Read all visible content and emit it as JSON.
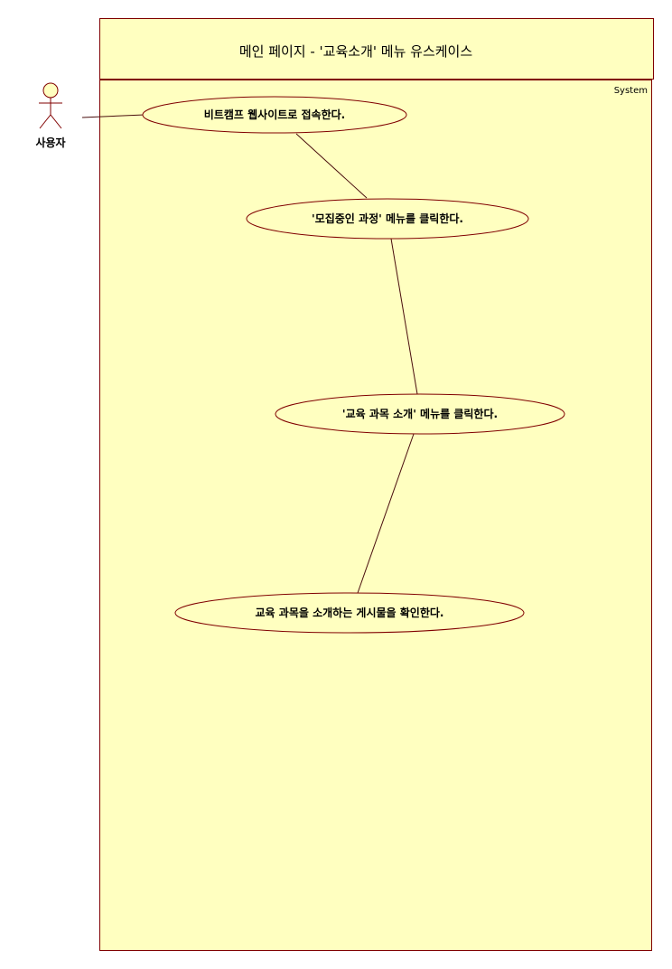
{
  "diagram": {
    "title": "메인 페이지 - '교육소개' 메뉴 유스케이스",
    "system_label": "System",
    "actor": {
      "name": "사용자"
    },
    "use_cases": [
      {
        "label": "비트캠프 웹사이트로 접속한다."
      },
      {
        "label": "'모집중인 과정' 메뉴를 클릭한다."
      },
      {
        "label": "'교육 과목 소개' 메뉴를 클릭한다."
      },
      {
        "label": "교육 과목을 소개하는 게시물을 확인한다."
      }
    ]
  },
  "colors": {
    "system_fill": "#FFFFC0",
    "border": "#800000",
    "line": "#4A0E0E"
  }
}
